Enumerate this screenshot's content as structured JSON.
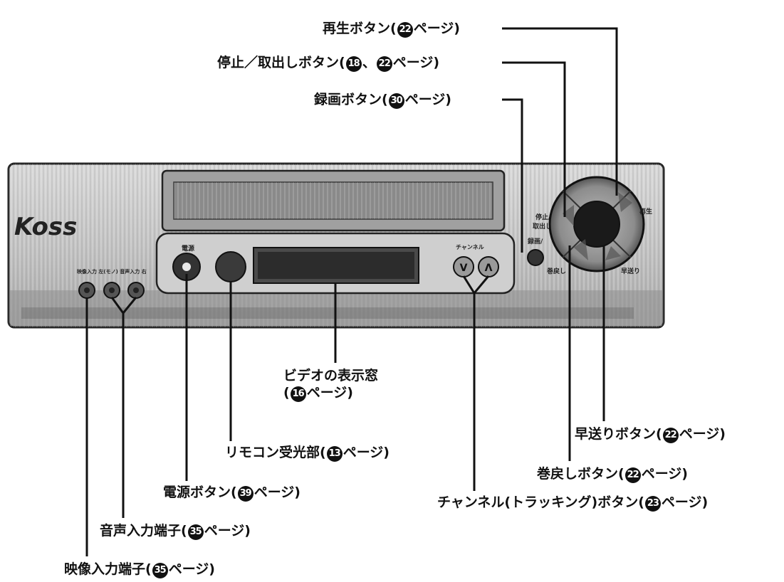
{
  "device": {
    "brand": "Koss",
    "panel_labels": {
      "power": "電源",
      "stop_eject": "停止/\n取出し",
      "record": "録画/",
      "channel": "チャンネル",
      "play": "再生",
      "rewind": "巻戻し",
      "ffwd": "早送り",
      "video_in": "映像入力",
      "audio_in": "音声入力",
      "lr": "左(モノ)右"
    }
  },
  "callouts": [
    {
      "id": "play",
      "text": "再生ボタン(",
      "num": "22",
      "tail": "ページ)"
    },
    {
      "id": "stop",
      "text": "停止／取出しボタン(",
      "num": "18",
      "mid": "、",
      "num2": "22",
      "tail": "ページ)"
    },
    {
      "id": "record",
      "text": "録画ボタン(",
      "num": "30",
      "tail": "ページ)"
    },
    {
      "id": "display",
      "text": "ビデオの表示窓",
      "line2": "(",
      "num": "16",
      "tail": "ページ)"
    },
    {
      "id": "ffwd",
      "text": "早送りボタン(",
      "num": "22",
      "tail": "ページ)"
    },
    {
      "id": "remote",
      "text": "リモコン受光部(",
      "num": "13",
      "tail": "ページ)"
    },
    {
      "id": "rewind",
      "text": "巻戻しボタン(",
      "num": "22",
      "tail": "ページ)"
    },
    {
      "id": "power",
      "text": "電源ボタン(",
      "num": "39",
      "tail": "ページ)"
    },
    {
      "id": "channel",
      "text": "チャンネル(トラッキング)ボタン(",
      "num": "23",
      "tail": "ページ)"
    },
    {
      "id": "audio",
      "text": "音声入力端子(",
      "num": "35",
      "tail": "ページ)"
    },
    {
      "id": "video",
      "text": "映像入力端子(",
      "num": "35",
      "tail": "ページ)"
    }
  ]
}
